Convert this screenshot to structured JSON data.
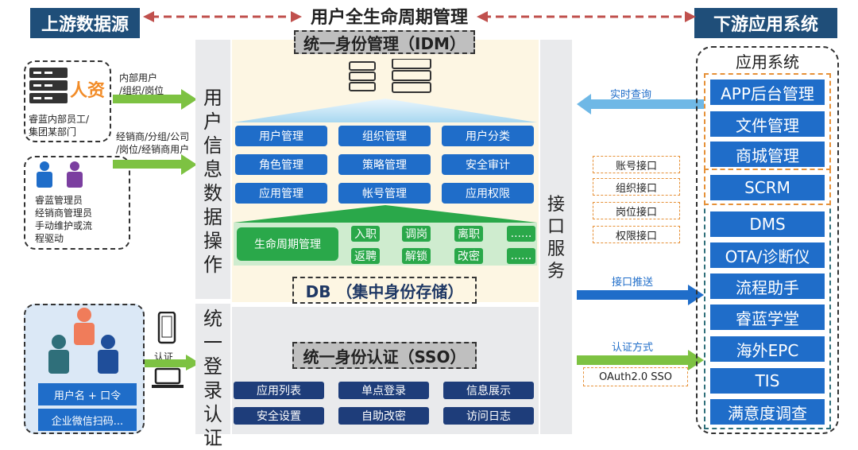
{
  "header": {
    "upstream": "上游数据源",
    "title": "用户全生命周期管理",
    "downstream": "下游应用系统"
  },
  "upstream": {
    "hr_label": "人资",
    "hr_caption": "睿蓝内部员工/\n集团某部门",
    "hr_arrow": "内部用户\n/组织/岗位",
    "admin_caption": "睿蓝管理员\n经销商管理员\n手动维护或流\n程驱动",
    "admin_arrow": "经销商/分组/公司\n/岗位/经销商用户",
    "login_items": [
      "用户名 + 口令",
      "企业微信扫码..."
    ],
    "auth_label": "认证"
  },
  "left_column": {
    "data_ops": "用户信息数据操作",
    "sso_login": "统一登录认证"
  },
  "idm": {
    "title": "统一身份管理（IDM）",
    "functions": [
      "用户管理",
      "组织管理",
      "用户分类",
      "角色管理",
      "策略管理",
      "安全审计",
      "应用管理",
      "帐号管理",
      "应用权限"
    ],
    "lifecycle_label": "生命周期管理",
    "lifecycle_items": [
      "入职",
      "调岗",
      "离职",
      "......",
      "返聘",
      "解锁",
      "改密",
      "......"
    ],
    "db": "DB （集中身份存储）"
  },
  "sso": {
    "title": "统一身份认证（SSO）",
    "functions": [
      "应用列表",
      "单点登录",
      "信息展示",
      "安全设置",
      "自助改密",
      "访问日志"
    ]
  },
  "interface": {
    "label": "接口服务",
    "realtime_query": "实时查询",
    "interfaces": [
      "账号接口",
      "组织接口",
      "岗位接口",
      "权限接口"
    ],
    "push": "接口推送",
    "auth_method": "认证方式",
    "oauth": "OAuth2.0 SSO"
  },
  "app_system": {
    "title": "应用系统",
    "orange_group": [
      "APP后台管理",
      "文件管理",
      "商城管理"
    ],
    "teal_group": [
      "SCRM",
      "DMS",
      "OTA/诊断仪",
      "流程助手",
      "睿蓝学堂",
      "海外EPC",
      "TIS",
      "满意度调查"
    ]
  },
  "colors": {
    "header_bg": "#1f4e79",
    "blue_button": "#1f6dc9",
    "navy_button": "#1e3d7a",
    "green": "#2aa84a",
    "arrow_green": "#7dc242",
    "arrow_blue": "#1f6dc9",
    "arrow_lightblue": "#6fb8e6",
    "dashed_orange": "#e69138",
    "dashed_teal": "#2f6f7a",
    "top_arrow": "#c0504d"
  }
}
